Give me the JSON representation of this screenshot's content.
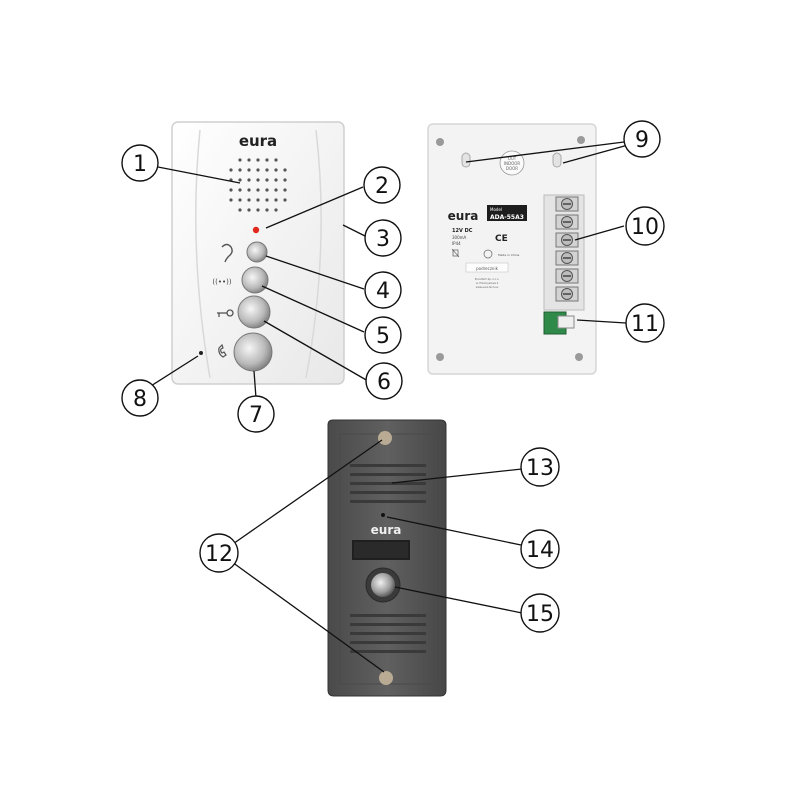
{
  "callouts": [
    "1",
    "2",
    "3",
    "4",
    "5",
    "6",
    "7",
    "8",
    "9",
    "10",
    "11",
    "12",
    "13",
    "14",
    "15"
  ],
  "indoor_unit": {
    "logo": "eura",
    "icons": [
      "ear-icon",
      "handsfree-icon",
      "key-icon",
      "phone-icon"
    ],
    "handsfree_label": "((••))"
  },
  "back_panel": {
    "logo": "eura",
    "model_label": "Model",
    "model": "ADA-55A3",
    "voltage": "12V DC",
    "spec_line1": "300mA",
    "spec_line2": "IP44",
    "ce_mark": "CE",
    "made_in": "Made in China",
    "sticker": "podrecznik",
    "maker_lines": [
      "Eura-Tech Sp. z o.o.",
      "ul. Przemyslowa 4",
      "www.eura-tech.eu"
    ],
    "hole_label_top": "OUT",
    "hole_label_mid": "INDOOR",
    "hole_label_bot": "DOOR"
  },
  "door_station": {
    "logo": "eura"
  },
  "colors": {
    "outline": "#111111",
    "indoor_body": "#f4f4f4",
    "door_body": "#565656",
    "pcb": "#2f8a4a",
    "led": "#e0281e"
  }
}
